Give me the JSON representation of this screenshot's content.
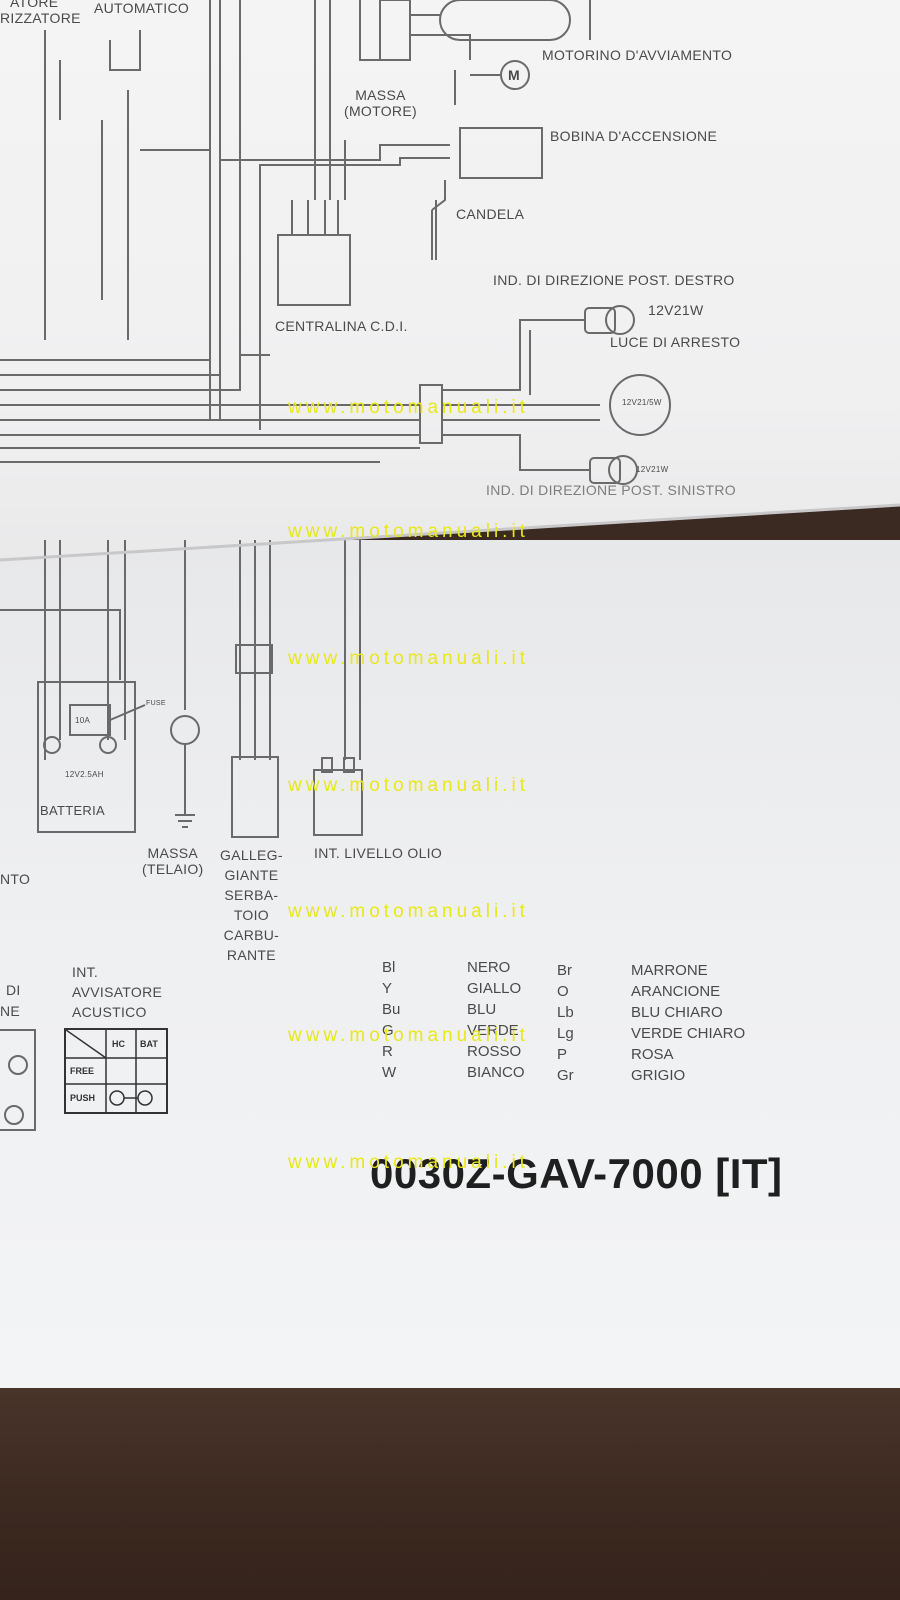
{
  "labels": {
    "top_left_1": "ATORE",
    "top_left_2": "RIZZATORE",
    "automatico": "AUTOMATICO",
    "massa_motore_1": "MASSA",
    "massa_motore_2": "(MOTORE)",
    "motorino": "MOTORINO D'AVVIAMENTO",
    "bobina": "BOBINA D'ACCENSIONE",
    "candela": "CANDELA",
    "centralina": "CENTRALINA C.D.I.",
    "ind_destro": "IND. DI DIREZIONE POST. DESTRO",
    "bulb_destro": "12V21W",
    "luce_arresto": "LUCE DI ARRESTO",
    "bulb_arresto": "12V21/5W",
    "bulb_sinistro": "12V21W",
    "ind_sinistro": "IND. DI DIREZIONE POST. SINISTRO",
    "batteria": "BATTERIA",
    "batt_value": "12V2.5AH",
    "fuse": "FUSE",
    "fuse_value": "10A",
    "nto": "NTO",
    "massa_telaio_1": "MASSA",
    "massa_telaio_2": "(TELAIO)",
    "galleggiante": [
      "GALLEG-",
      "GIANTE",
      "SERBA-",
      "TOIO",
      "CARBU-",
      "RANTE"
    ],
    "livello_olio": "INT. LIVELLO OLIO",
    "di": "DI",
    "ne": "NE",
    "avvisatore": [
      "INT.",
      "AVVISATORE",
      "ACUSTICO"
    ],
    "m_symbol": "M"
  },
  "switch_table": {
    "headers": [
      "HC",
      "BAT"
    ],
    "rows": [
      "FREE",
      "PUSH"
    ]
  },
  "color_legend": [
    {
      "code": "Bl",
      "name": "NERO"
    },
    {
      "code": "Y",
      "name": "GIALLO"
    },
    {
      "code": "Bu",
      "name": "BLU"
    },
    {
      "code": "G",
      "name": "VERDE"
    },
    {
      "code": "R",
      "name": "ROSSO"
    },
    {
      "code": "W",
      "name": "BIANCO"
    },
    {
      "code": "Br",
      "name": "MARRONE"
    },
    {
      "code": "O",
      "name": "ARANCIONE"
    },
    {
      "code": "Lb",
      "name": "BLU CHIARO"
    },
    {
      "code": "Lg",
      "name": "VERDE CHIARO"
    },
    {
      "code": "P",
      "name": "ROSA"
    },
    {
      "code": "Gr",
      "name": "GRIGIO"
    }
  ],
  "part_code": "0030Z-GAV-7000 [IT]",
  "watermark": "www.motomanuali.it",
  "colors": {
    "watermark": "#e8e81a",
    "ink": "#4a4a4a",
    "table": "#3d2a21"
  }
}
